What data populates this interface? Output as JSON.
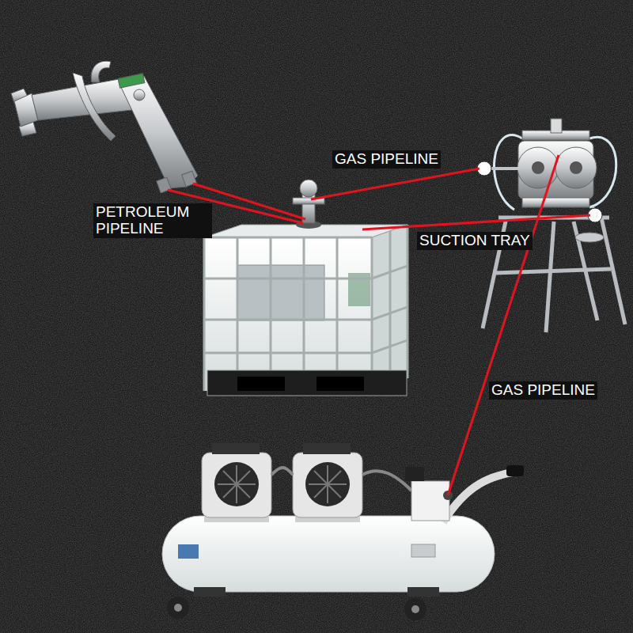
{
  "diagram": {
    "labels": [
      "GAS PIPELINE",
      "PETROLEUM PIPELINE",
      "SUCTION TRAY",
      "GAS PIPELINE"
    ]
  }
}
